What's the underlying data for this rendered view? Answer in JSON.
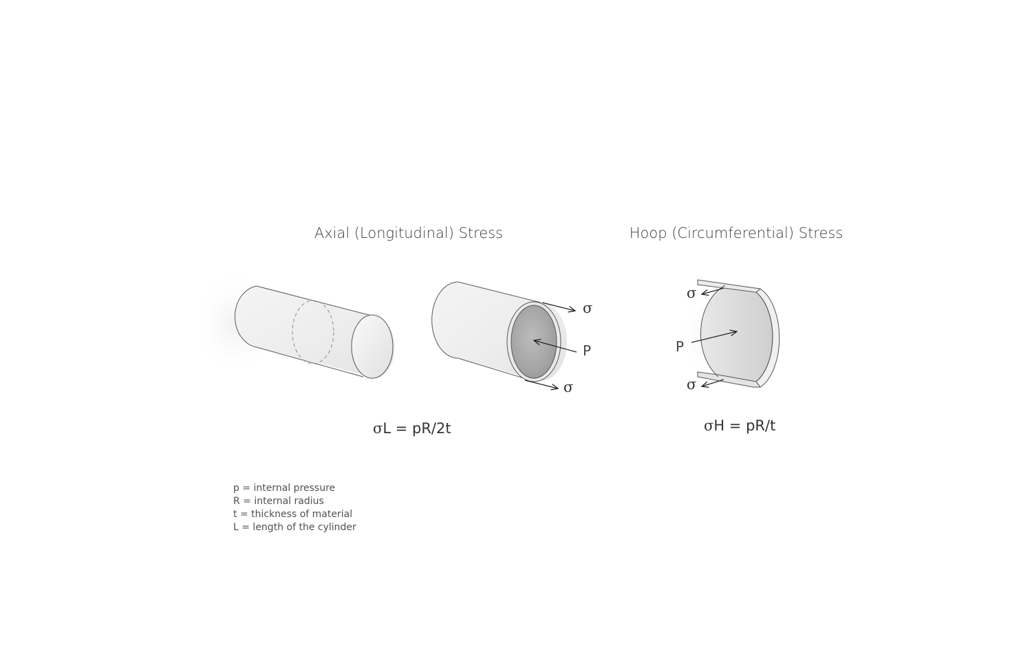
{
  "axial": {
    "title": "Axial (Longitudinal) Stress",
    "formula_sigma": "σ",
    "formula_rest": "L = pR/2t",
    "sigma_top": "σ",
    "sigma_bottom": "σ",
    "pressure": "P"
  },
  "hoop": {
    "title": "Hoop (Circumferential) Stress",
    "formula_sigma": "σ",
    "formula_rest": "H = pR/t",
    "sigma_top": "σ",
    "sigma_bottom": "σ",
    "pressure": "P"
  },
  "legend": [
    "p = internal pressure",
    "R = internal radius",
    "t = thickness of material",
    "L = length of the cylinder"
  ]
}
